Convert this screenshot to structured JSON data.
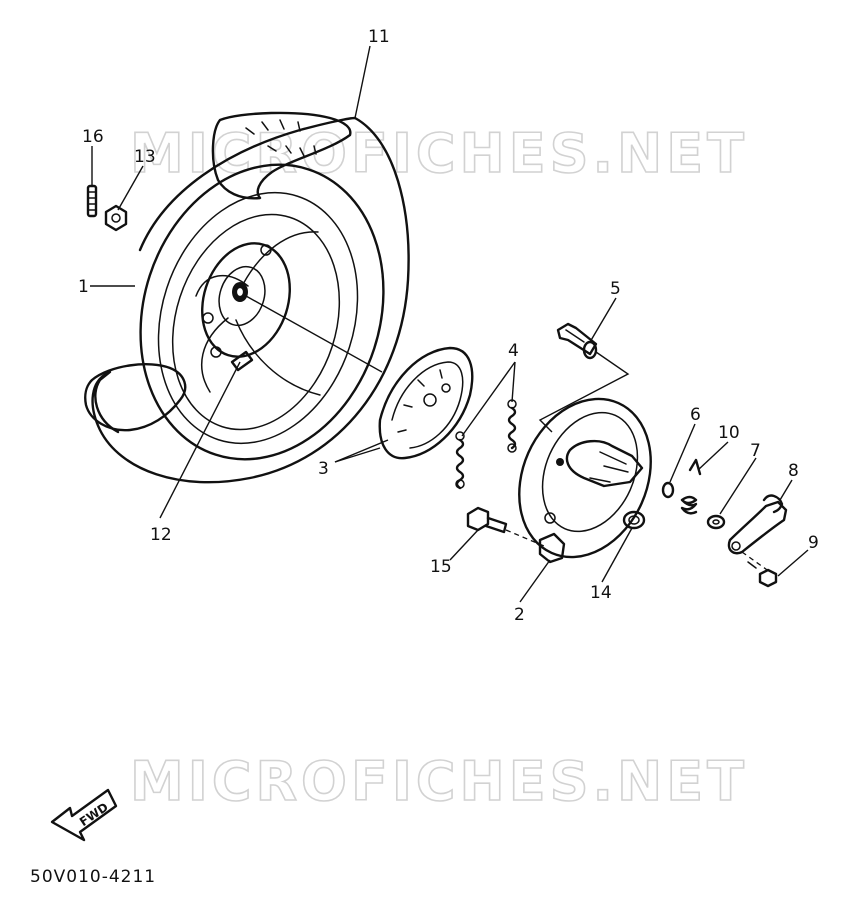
{
  "watermark_text": "MICROFICHES.NET",
  "diagram_code": "50V010-4211",
  "fwd_label": "FWD",
  "callouts": [
    "1",
    "2",
    "3",
    "4",
    "5",
    "6",
    "7",
    "8",
    "9",
    "10",
    "11",
    "12",
    "13",
    "14",
    "15",
    "16"
  ]
}
